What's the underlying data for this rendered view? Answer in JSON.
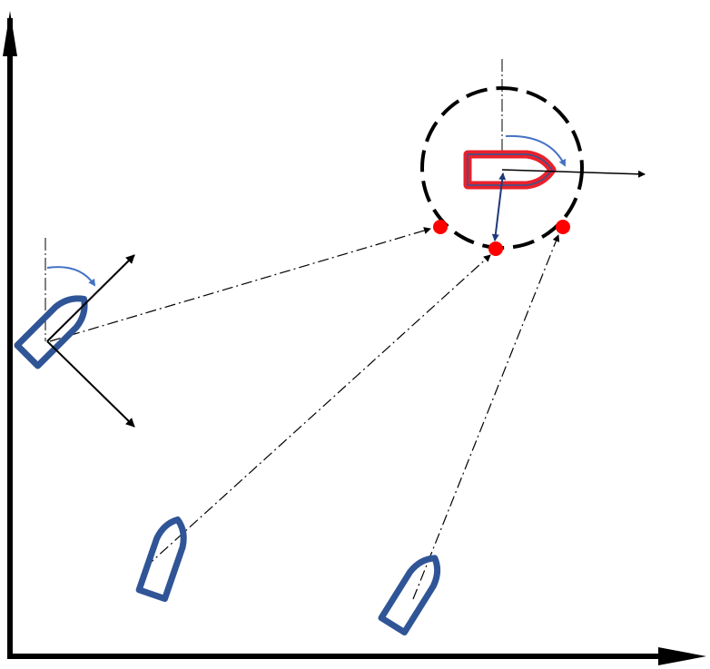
{
  "diagram": {
    "description_kind": "ship-formation-geometry",
    "colors": {
      "background": "#ffffff",
      "axis": "#000000",
      "ship_outline": "#2f5597",
      "target_ship_fill": "#e8212b",
      "target_ship_outline": "#2f5597",
      "waypoint": "#ff0000",
      "heading_arc": "#4472c4",
      "guide_line": "#000000",
      "offset_arrow": "#1f3a7a"
    },
    "axes": {
      "x_axis": {
        "label": ""
      },
      "y_axis": {
        "label": ""
      }
    },
    "elements": {
      "target_ship": {
        "icon": "boat-icon",
        "role": "target"
      },
      "safety_circle": {
        "style": "dashed"
      },
      "waypoints": [
        {
          "id": "waypoint-left"
        },
        {
          "id": "waypoint-bottom"
        },
        {
          "id": "waypoint-right"
        }
      ],
      "follower_ships": [
        {
          "id": "ship-left",
          "icon": "boat-icon"
        },
        {
          "id": "ship-bottom-left",
          "icon": "boat-icon"
        },
        {
          "id": "ship-bottom-right",
          "icon": "boat-icon"
        }
      ]
    }
  }
}
